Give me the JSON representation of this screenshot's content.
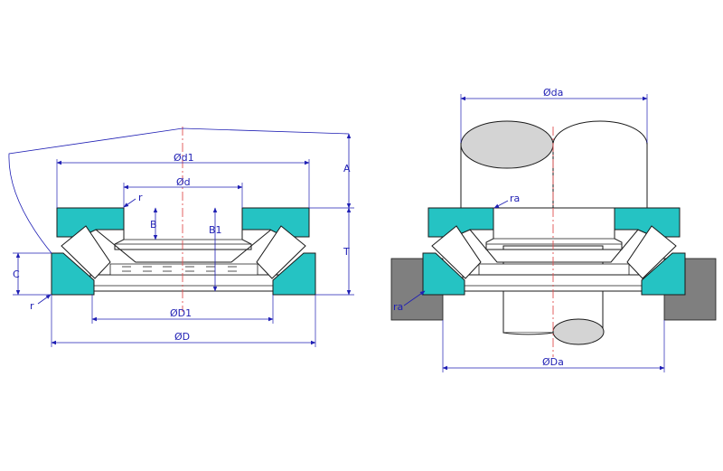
{
  "colors": {
    "outline": "#1a1a1a",
    "dimension": "#1f1fb4",
    "centerline": "#e05050",
    "housing": "#7f7f7f",
    "shaft_end": "#d4d4d4",
    "ring_fill": "#25c3c3"
  },
  "labels": {
    "left": {
      "d1": "Ød1",
      "d": "Ød",
      "r_top": "r",
      "B": "B",
      "B1": "B1",
      "A": "A",
      "T": "T",
      "C": "C",
      "r_bottom": "r",
      "D1": "ØD1",
      "D": "ØD"
    },
    "right": {
      "da": "Øda",
      "ra_top": "ra",
      "ra_left": "ra",
      "Da": "ØDa"
    }
  }
}
